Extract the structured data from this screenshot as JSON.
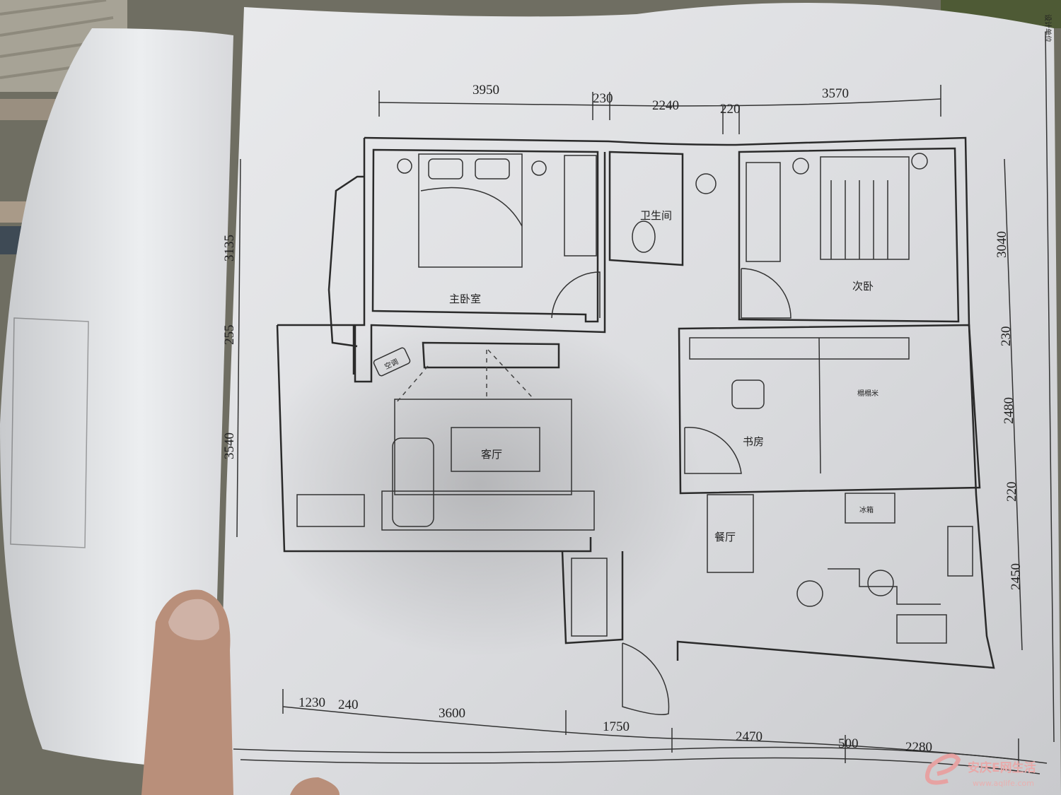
{
  "floor_plan": {
    "rooms": {
      "master_bedroom": "主卧室",
      "bathroom": "卫生间",
      "second_bedroom": "次卧",
      "study": "书房",
      "tatami": "榻榻米",
      "living_room": "客厅",
      "dining_room": "餐厅",
      "fridge": "冰箱",
      "air_conditioner": "空调"
    },
    "dimensions": {
      "top": [
        "3950",
        "230",
        "2240",
        "220",
        "3570"
      ],
      "left": [
        "3135",
        "255",
        "3540"
      ],
      "right": [
        "3040",
        "230",
        "2480",
        "220",
        "2450"
      ],
      "bottom": [
        "1230",
        "240",
        "3600",
        "1750",
        "2470",
        "500",
        "2280"
      ]
    },
    "title_block_label": "设计单位"
  },
  "watermark": {
    "brand": "安庆E网生活",
    "url": "www.aqlife.com"
  }
}
